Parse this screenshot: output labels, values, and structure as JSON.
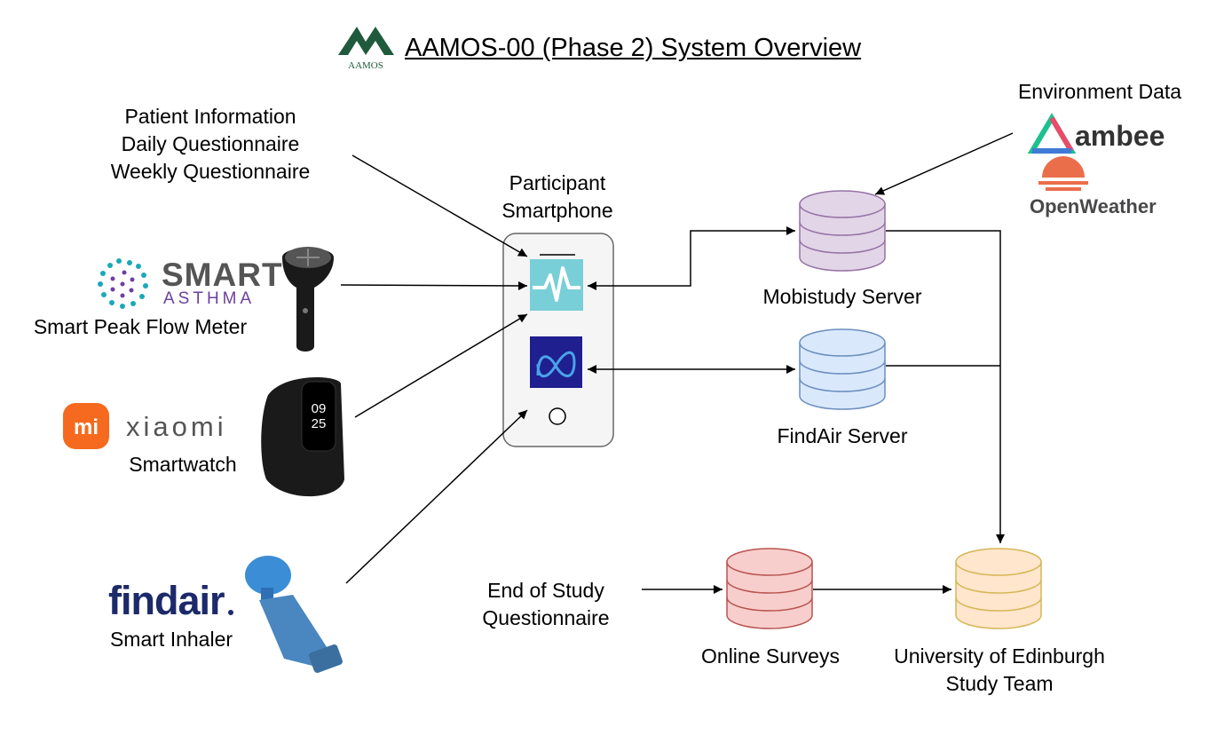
{
  "title": "AAMOS-00 (Phase 2) System Overview",
  "logo": {
    "name": "aamos-logo",
    "text": "AAMOS",
    "color": "#1f5a3c"
  },
  "inputs": {
    "patient_info": [
      "Patient Information",
      "Daily Questionnaire",
      "Weekly Questionnaire"
    ],
    "peak_flow": {
      "label": "Smart Peak Flow Meter",
      "brand_line1": "SMART",
      "brand_line2": "ASTHMA"
    },
    "smartwatch": {
      "label": "Smartwatch",
      "brand": "xiaomi",
      "brand_icon": "mi",
      "screen_time_hh": "09",
      "screen_time_mm": "25"
    },
    "inhaler": {
      "label": "Smart Inhaler",
      "brand": "findair",
      "brand_dot": "."
    }
  },
  "smartphone": {
    "label_line1": "Participant",
    "label_line2": "Smartphone",
    "apps": [
      "mobistudy-app-icon",
      "findair-app-icon"
    ]
  },
  "servers": {
    "mobistudy": {
      "label": "Mobistudy Server",
      "color": "#e1d5e7",
      "stroke": "#9673a6"
    },
    "findair": {
      "label": "FindAir Server",
      "color": "#dae8fc",
      "stroke": "#6c8ebf"
    },
    "online_surveys": {
      "label": "Online Surveys",
      "color": "#f8cecc",
      "stroke": "#b85450"
    },
    "edinburgh": {
      "label_line1": "University of Edinburgh",
      "label_line2": "Study Team",
      "color": "#ffe6cc",
      "stroke": "#d6b656"
    }
  },
  "environment": {
    "label": "Environment Data",
    "ambee": "ambee",
    "openweather": "OpenWeather"
  },
  "end_of_study": [
    "End of Study",
    "Questionnaire"
  ],
  "colors": {
    "smart_asthma_purple": "#6b3fa0",
    "smart_asthma_teal": "#1aa9b8",
    "xiaomi_orange": "#f56a1e",
    "findair_navy": "#1c2a6b",
    "openweather_orange": "#eb6e4b",
    "app_teal": "#79cfd8",
    "app_navy": "#1f1f8f"
  }
}
